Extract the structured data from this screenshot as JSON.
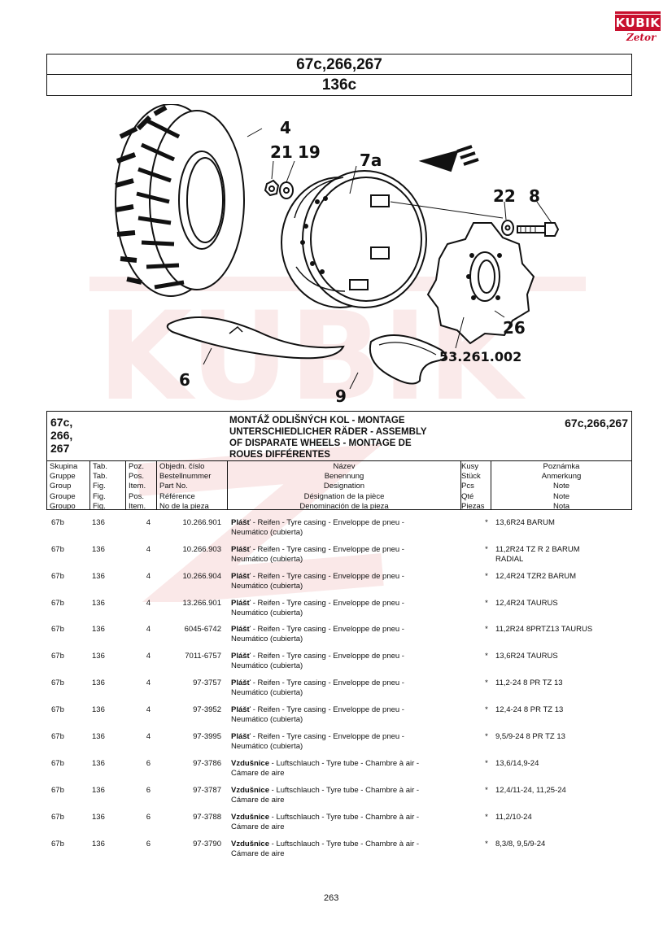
{
  "logo": {
    "brand": "KUBIK",
    "sub": "Zetor"
  },
  "title": {
    "models": "67c,266,267",
    "table": "136c"
  },
  "drawing": {
    "labels": [
      "4",
      "21",
      "19",
      "7a",
      "22",
      "8",
      "26",
      "53.261.002",
      "6",
      "9"
    ]
  },
  "watermark": {
    "text": "KUBIK"
  },
  "header": {
    "group_lines": [
      "67c,",
      "266,",
      "267"
    ],
    "title_lines": [
      "MONTÁŽ ODLIŠNÝCH KOL - MONTAGE",
      "UNTERSCHIEDLICHER RÄDER - ASSEMBLY",
      "OF DISPARATE WHEELS - MONTAGE DE",
      "ROUES DIFFÉRENTES"
    ],
    "models_right": "67c,266,267",
    "columns": {
      "group": [
        "Skupina",
        "Gruppe",
        "Group",
        "Groupe",
        "Groupo"
      ],
      "tab": [
        "Tab.",
        "Tab.",
        "Fig.",
        "Fig.",
        "Fig."
      ],
      "pos": [
        "Poz.",
        "Pos.",
        "Item.",
        "Pos.",
        "Item."
      ],
      "part": [
        "Objedn. číslo",
        "Bestellnummer",
        "Part No.",
        "Référence",
        "No de la pieza"
      ],
      "name": [
        "Název",
        "Benennung",
        "Designation",
        "Désignation de la pièce",
        "Denominación de la pieza"
      ],
      "qty": [
        "Kusy",
        "Stück",
        "Pcs",
        "Qté",
        "Piezas"
      ],
      "note": [
        "Poznámka",
        "Anmerkung",
        "Note",
        "Note",
        "Nota"
      ]
    }
  },
  "rows": [
    {
      "group": "67b",
      "tab": "136",
      "pos": "4",
      "part": "10.266.901",
      "name_bold": "Plášť",
      "name_rest": " - Reifen - Tyre casing - Enveloppe de pneu -",
      "name_line2": "Neumático (cubierta)",
      "qty": "*",
      "note": "13,6R24 BARUM",
      "note2": ""
    },
    {
      "group": "67b",
      "tab": "136",
      "pos": "4",
      "part": "10.266.903",
      "name_bold": "Plášť",
      "name_rest": " - Reifen - Tyre casing - Enveloppe de pneu -",
      "name_line2": "Neumático (cubierta)",
      "qty": "*",
      "note": "11,2R24 TZ R 2 BARUM",
      "note2": "RADIAL"
    },
    {
      "group": "67b",
      "tab": "136",
      "pos": "4",
      "part": "10.266.904",
      "name_bold": "Plášť",
      "name_rest": " - Reifen - Tyre casing - Enveloppe de pneu -",
      "name_line2": "Neumático (cubierta)",
      "qty": "*",
      "note": "12,4R24 TZR2 BARUM",
      "note2": ""
    },
    {
      "group": "67b",
      "tab": "136",
      "pos": "4",
      "part": "13.266.901",
      "name_bold": "Plášť",
      "name_rest": " - Reifen - Tyre casing - Enveloppe de pneu -",
      "name_line2": "Neumático (cubierta)",
      "qty": "*",
      "note": "12,4R24 TAURUS",
      "note2": ""
    },
    {
      "group": "67b",
      "tab": "136",
      "pos": "4",
      "part": "6045-6742",
      "name_bold": "Plášť",
      "name_rest": " - Reifen - Tyre casing - Enveloppe de pneu -",
      "name_line2": "Neumático (cubierta)",
      "qty": "*",
      "note": "11,2R24 8PRTZ13 TAURUS",
      "note2": ""
    },
    {
      "group": "67b",
      "tab": "136",
      "pos": "4",
      "part": "7011-6757",
      "name_bold": "Plášť",
      "name_rest": " - Reifen - Tyre casing - Enveloppe de pneu -",
      "name_line2": "Neumático (cubierta)",
      "qty": "*",
      "note": "13,6R24 TAURUS",
      "note2": ""
    },
    {
      "group": "67b",
      "tab": "136",
      "pos": "4",
      "part": "97-3757",
      "name_bold": "Plášť",
      "name_rest": " - Reifen - Tyre casing - Enveloppe de pneu -",
      "name_line2": "Neumático (cubierta)",
      "qty": "*",
      "note": "11,2-24 8 PR TZ 13",
      "note2": ""
    },
    {
      "group": "67b",
      "tab": "136",
      "pos": "4",
      "part": "97-3952",
      "name_bold": "Plášť",
      "name_rest": " - Reifen - Tyre casing - Enveloppe de pneu -",
      "name_line2": "Neumático (cubierta)",
      "qty": "*",
      "note": "12,4-24 8 PR TZ 13",
      "note2": ""
    },
    {
      "group": "67b",
      "tab": "136",
      "pos": "4",
      "part": "97-3995",
      "name_bold": "Plášť",
      "name_rest": " - Reifen - Tyre casing - Enveloppe de pneu -",
      "name_line2": "Neumático (cubierta)",
      "qty": "*",
      "note": "9,5/9-24 8 PR TZ 13",
      "note2": ""
    },
    {
      "group": "67b",
      "tab": "136",
      "pos": "6",
      "part": "97-3786",
      "name_bold": "Vzdušnice",
      "name_rest": " - Luftschlauch - Tyre tube - Chambre à air -",
      "name_line2": "Cámare de aire",
      "qty": "*",
      "note": "13,6/14,9-24",
      "note2": ""
    },
    {
      "group": "67b",
      "tab": "136",
      "pos": "6",
      "part": "97-3787",
      "name_bold": "Vzdušnice",
      "name_rest": " - Luftschlauch - Tyre tube - Chambre à air -",
      "name_line2": "Cámare de aire",
      "qty": "*",
      "note": "12,4/11-24, 11,25-24",
      "note2": ""
    },
    {
      "group": "67b",
      "tab": "136",
      "pos": "6",
      "part": "97-3788",
      "name_bold": "Vzdušnice",
      "name_rest": " - Luftschlauch - Tyre tube - Chambre à air -",
      "name_line2": "Cámare de aire",
      "qty": "*",
      "note": "11,2/10-24",
      "note2": ""
    },
    {
      "group": "67b",
      "tab": "136",
      "pos": "6",
      "part": "97-3790",
      "name_bold": "Vzdušnice",
      "name_rest": " - Luftschlauch - Tyre tube - Chambre à air -",
      "name_line2": "Cámare de aire",
      "qty": "*",
      "note": "8,3/8, 9,5/9-24",
      "note2": ""
    }
  ],
  "page_number": "263"
}
